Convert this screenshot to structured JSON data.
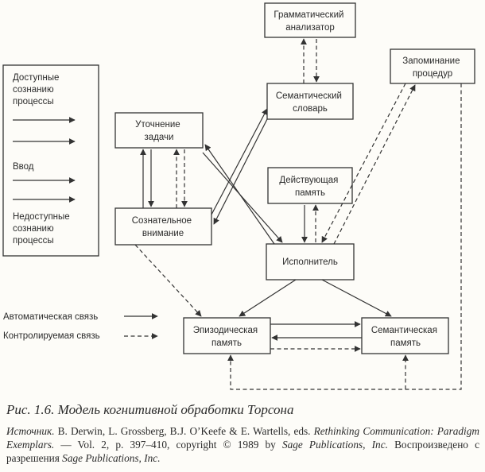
{
  "diagram": {
    "nodes": {
      "grammar": {
        "lines": [
          "Грамматический",
          "анализатор"
        ]
      },
      "procedures": {
        "lines": [
          "Запоминание",
          "процедур"
        ]
      },
      "semdict": {
        "lines": [
          "Семантический",
          "словарь"
        ]
      },
      "task": {
        "lines": [
          "Уточнение",
          "задачи"
        ]
      },
      "working": {
        "lines": [
          "Действующая",
          "память"
        ]
      },
      "attention": {
        "lines": [
          "Сознательное",
          "внимание"
        ]
      },
      "executor": {
        "lines": [
          "Исполнитель"
        ]
      },
      "episodic": {
        "lines": [
          "Эпизодическая",
          "память"
        ]
      },
      "semantic_mem": {
        "lines": [
          "Семантическая",
          "память"
        ]
      }
    },
    "legend_box": {
      "conscious": [
        "Доступные",
        "сознанию",
        "процессы"
      ],
      "input": "Ввод",
      "unconscious": [
        "Недоступные",
        "сознанию",
        "процессы"
      ]
    },
    "legend_links": {
      "automatic": "Автоматическая связь",
      "controlled": "Контролируемая связь"
    }
  },
  "caption": "Рис. 1.6. Модель когнитивной обработки Торсона",
  "source": {
    "label": "Источник.",
    "authors": "B. Derwin, L. Grossberg, B.J. O’Keefe & E. Wartells, eds.",
    "book": "Rethinking Communication: Paradigm Exemplars.",
    "details": "— Vol. 2, p. 397–410, copyright © 1989 by",
    "publisher": "Sage Publications, Inc.",
    "reprint": "Воспроизведено с разрешения",
    "publisher2": "Sage Publications, Inc."
  }
}
